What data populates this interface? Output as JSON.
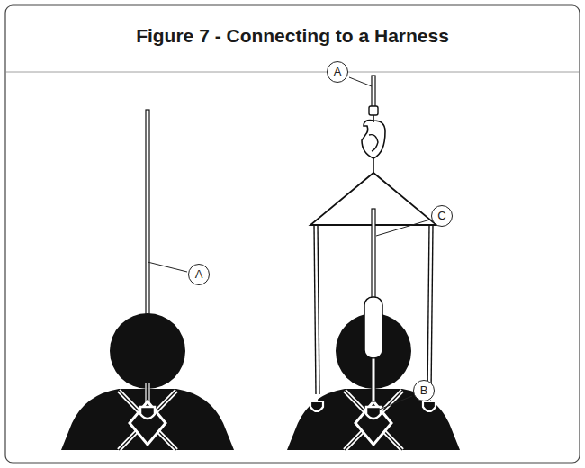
{
  "diagram": {
    "title": "Figure 7 - Connecting to a Harness",
    "labels": [
      "A",
      "A",
      "C",
      "B"
    ]
  }
}
